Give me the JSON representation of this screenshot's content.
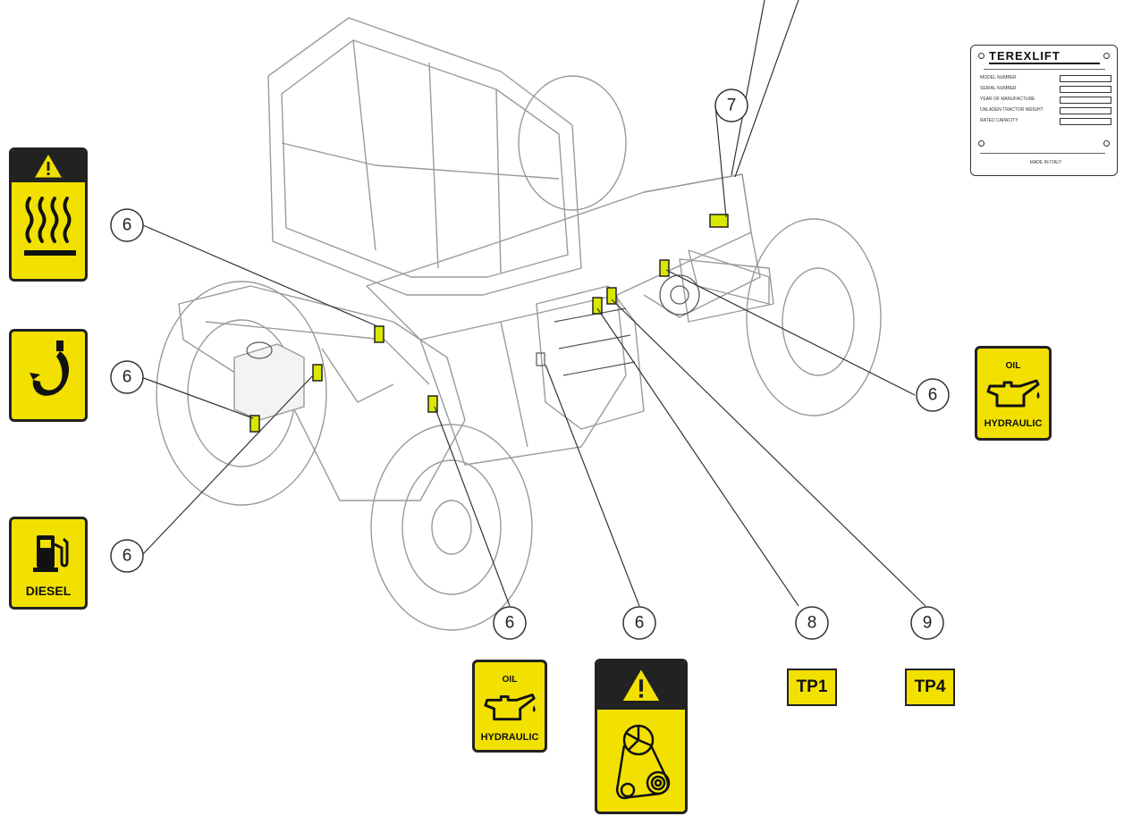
{
  "callouts": [
    {
      "id": "c6-top-left",
      "label": "6"
    },
    {
      "id": "c6-mid-left",
      "label": "6"
    },
    {
      "id": "c6-low-left",
      "label": "6"
    },
    {
      "id": "c6-bottom-a",
      "label": "6"
    },
    {
      "id": "c6-bottom-b",
      "label": "6"
    },
    {
      "id": "c6-right",
      "label": "6"
    },
    {
      "id": "c7",
      "label": "7"
    },
    {
      "id": "c8",
      "label": "8"
    },
    {
      "id": "c9",
      "label": "9"
    }
  ],
  "decals": {
    "hot_surface": {
      "icon": "hot-surface-icon",
      "warning_icon": "warning-triangle-icon"
    },
    "lift_point": {
      "icon": "lifting-hook-icon"
    },
    "diesel": {
      "icon": "fuel-pump-icon",
      "label": "DIESEL"
    },
    "oil_hydraulic_right": {
      "icon": "oil-can-icon",
      "top_label": "OIL",
      "bottom_label": "HYDRAULIC"
    },
    "oil_hydraulic_bottom": {
      "icon": "oil-can-icon",
      "top_label": "OIL",
      "bottom_label": "HYDRAULIC"
    },
    "fan_belt": {
      "icon": "fan-belt-icon",
      "warning_icon": "warning-triangle-icon"
    }
  },
  "test_points": [
    {
      "label": "TP1"
    },
    {
      "label": "TP4"
    }
  ],
  "nameplate": {
    "brand": "TEREXLIFT",
    "rows": [
      "MODEL NUMBER",
      "SERIAL NUMBER",
      "YEAR OF MANUFACTURE",
      "UNLADEN TRACTOR WEIGHT",
      "RATED CAPACITY"
    ],
    "footer": "MADE IN ITALY"
  },
  "colors": {
    "decal_yellow": "#f2e100",
    "marker_yellow": "#d9e800",
    "outline": "#222222"
  }
}
